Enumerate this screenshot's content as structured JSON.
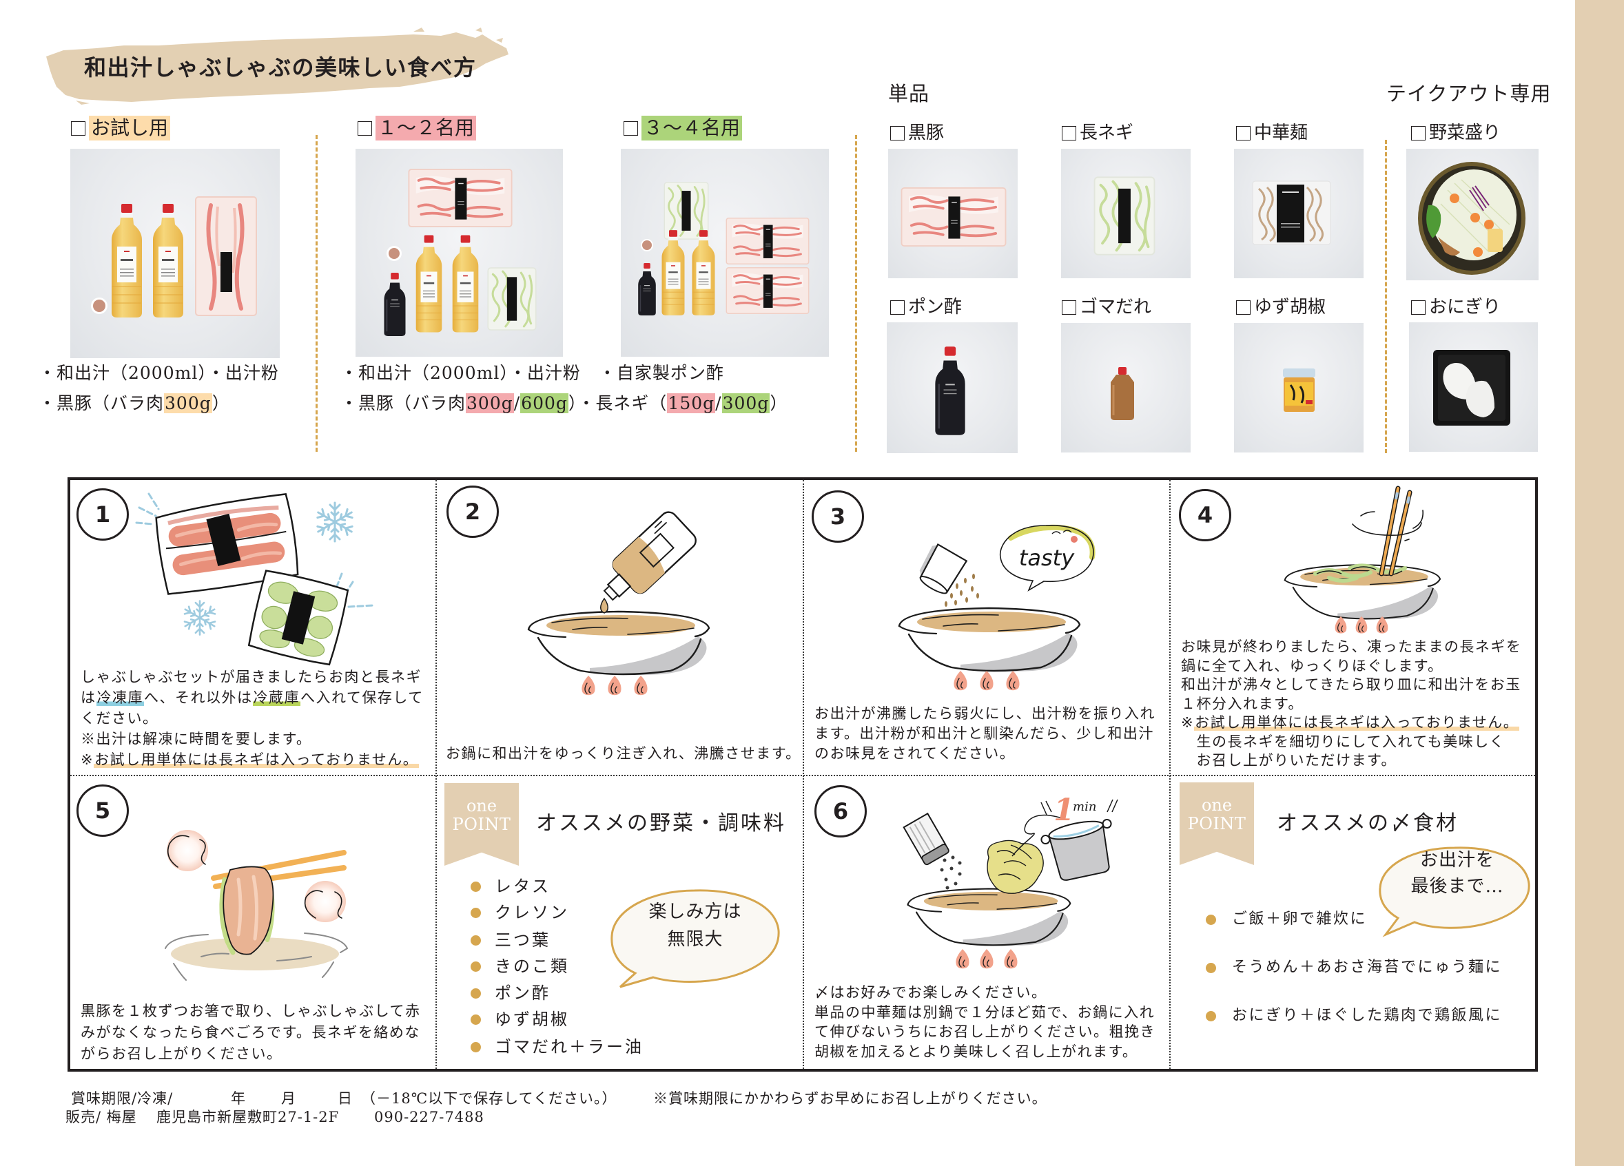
{
  "theme": {
    "beige": "#e3cfb2",
    "gold": "#d6a64e",
    "ink": "#231f20",
    "trial": "#fddcab",
    "pink": "#f4aaae",
    "green": "#acd47a",
    "underline_blue": "#8ecfe1",
    "underline_green": "#b9d45a",
    "underline_orange": "#f9d8a6"
  },
  "header": {
    "title": "和出汁しゃぶしゃぶの美味しい食べ方"
  },
  "sets": [
    {
      "label": "お試し用",
      "checked": false
    },
    {
      "label": "１～２名用",
      "checked": false
    },
    {
      "label": "３～４名用",
      "checked": false
    }
  ],
  "set_contents": {
    "trial": {
      "line1": "・和出汁（2000ml）・出汁粉",
      "line2": {
        "before": "・黒豚（バラ肉",
        "pork": "300g",
        "after": "）"
      }
    },
    "family": {
      "line1": "・和出汁（2000ml）・出汁粉　・自家製ポン酢",
      "line2": {
        "before": "・黒豚（バラ肉",
        "pork_small": "300g",
        "slash1": "/",
        "pork_large": "600g",
        "middle": "）・長ネギ（",
        "negi_small": "150g",
        "slash2": "/",
        "negi_large": "300g",
        "after": "）"
      }
    }
  },
  "single_items": {
    "heading": "単品",
    "items": [
      {
        "label": "黒豚",
        "checked": false
      },
      {
        "label": "長ネギ",
        "checked": false
      },
      {
        "label": "中華麺",
        "checked": false
      },
      {
        "label": "ポン酢",
        "checked": false
      },
      {
        "label": "ゴマだれ",
        "checked": false
      },
      {
        "label": "ゆず胡椒",
        "checked": false
      }
    ]
  },
  "takeout": {
    "heading": "テイクアウト専用",
    "items": [
      {
        "label": "野菜盛り",
        "checked": false
      },
      {
        "label": "おにぎり",
        "checked": false
      }
    ]
  },
  "steps": [
    {
      "number": "1",
      "lines": [
        [
          {
            "t": "しゃぶしゃぶセットが届きましたらお肉と長ネギ"
          }
        ],
        [
          {
            "t": "は"
          },
          {
            "t": "冷凍庫",
            "u": "blue"
          },
          {
            "t": "へ、それ以外は"
          },
          {
            "t": "冷蔵庫",
            "u": "green"
          },
          {
            "t": "へ入れて保存して"
          }
        ],
        [
          {
            "t": "ください。"
          }
        ],
        [
          {
            "t": "※出汁は解凍に時間を要します。"
          }
        ],
        [
          {
            "t": "※"
          },
          {
            "t": "お試し用単体には長ネギは入っておりません。",
            "u": "orange"
          }
        ]
      ]
    },
    {
      "number": "2",
      "lines": [
        [
          {
            "t": "お鍋に和出汁をゆっくり注ぎ入れ、沸騰させます。"
          }
        ]
      ]
    },
    {
      "number": "3",
      "bubble_text": "tasty",
      "lines": [
        [
          {
            "t": "お出汁が沸騰したら弱火にし、出汁粉を振り入れ"
          }
        ],
        [
          {
            "t": "ます。出汁粉が和出汁と馴染んだら、少し和出汁"
          }
        ],
        [
          {
            "t": "のお味見をされてください。"
          }
        ]
      ]
    },
    {
      "number": "4",
      "lines": [
        [
          {
            "t": "お味見が終わりましたら、凍ったままの長ネギを"
          }
        ],
        [
          {
            "t": "鍋に全て入れ、ゆっくりほぐします。"
          }
        ],
        [
          {
            "t": "和出汁が沸々としてきたら取り皿に和出汁をお玉"
          }
        ],
        [
          {
            "t": "１杯分入れます。"
          }
        ],
        [
          {
            "t": "※"
          },
          {
            "t": "お試し用単体には長ネギは入っておりません。",
            "u": "orange"
          }
        ],
        [
          {
            "t": "　生の長ネギを細切りにして入れても美味しく"
          }
        ],
        [
          {
            "t": "　お召し上がりいただけます。"
          }
        ]
      ]
    },
    {
      "number": "5",
      "lines": [
        [
          {
            "t": "黒豚を１枚ずつお箸で取り、しゃぶしゃぶして赤"
          }
        ],
        [
          {
            "t": "みがなくなったら食べごろです。長ネギを絡めな"
          }
        ],
        [
          {
            "t": "がらお召し上がりください。"
          }
        ]
      ]
    },
    {
      "number": "6",
      "timer": {
        "value": "1",
        "unit": "min"
      },
      "lines": [
        [
          {
            "t": "〆はお好みでお楽しみください。"
          }
        ],
        [
          {
            "t": "単品の中華麺は別鍋で１分ほど茹で、お鍋に入れ"
          }
        ],
        [
          {
            "t": "て伸びないうちにお召し上がりください。粗挽き"
          }
        ],
        [
          {
            "t": "胡椒を加えるとより美味しく召し上がれます。"
          }
        ]
      ]
    }
  ],
  "one_points": [
    {
      "badge": {
        "top": "one",
        "bottom": "POINT"
      },
      "heading": "オススメの野菜・調味料",
      "items": [
        "レタス",
        "クレソン",
        "三つ葉",
        "きのこ類",
        "ポン酢",
        "ゆず胡椒",
        "ゴマだれ＋ラー油"
      ],
      "bubble": [
        "楽しみ方は",
        "無限大"
      ]
    },
    {
      "badge": {
        "top": "one",
        "bottom": "POINT"
      },
      "heading": "オススメの〆食材",
      "items": [
        "ご飯＋卵で雑炊に",
        "そうめん＋あおさ海苔でにゅう麺に",
        "おにぎり＋ほぐした鶏肉で鶏飯風に"
      ],
      "bubble": [
        "お出汁を",
        "最後まで…"
      ]
    }
  ],
  "footer": {
    "expiry": {
      "label": "賞味期限/冷凍/",
      "year": "年",
      "month": "月",
      "day": "日",
      "storage": "（－18℃以下で保存してください。）",
      "note": "※賞味期限にかかわらずお早めにお召し上がりください。"
    },
    "seller": {
      "label": "販売/ 梅屋",
      "address": "鹿児島市新屋敷町27-1-2F",
      "phone": "090-227-7488"
    }
  }
}
